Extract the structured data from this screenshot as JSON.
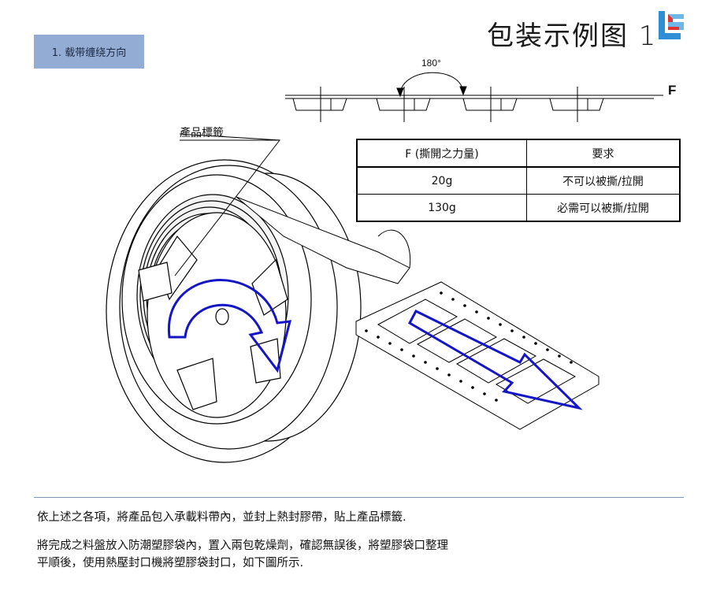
{
  "header": {
    "title": "包装示例图 1",
    "section_label": "1. 载带缠绕方向"
  },
  "figure": {
    "label_callout": "產品標籤",
    "angle": "180°",
    "force": "F"
  },
  "table": {
    "headers": [
      "F (撕開之力量)",
      "要求"
    ],
    "rows": [
      [
        "20g",
        "不可以被撕/拉開"
      ],
      [
        "130g",
        "必需可以被撕/拉開"
      ]
    ]
  },
  "text": {
    "para1": "依上述之各項，將產品包入承載料帶內，並封上熱封膠帶，貼上產品標籤.",
    "para2_line1": "將完成之料盤放入防潮塑膠袋內，置入兩包乾燥劑，確認無誤後，將塑膠袋口整理",
    "para2_line2": "平順後，使用熱壓封口機將塑膠袋封口，如下圖所示."
  },
  "colors": {
    "badge": "#93acd3",
    "arrow": "#1515c8",
    "logo_blue": "#2f8fd6",
    "logo_red": "#e0322e"
  }
}
